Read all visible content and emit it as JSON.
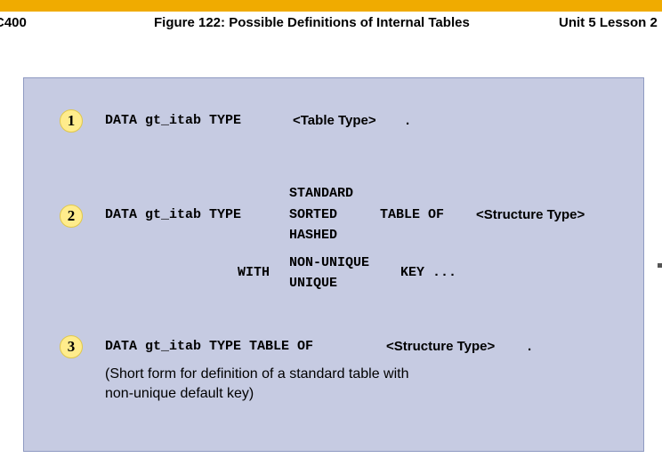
{
  "header": {
    "left": "C400",
    "title": "Figure 122: Possible Definitions of Internal Tables",
    "right": "Unit 5 Lesson 2"
  },
  "colors": {
    "accent_bar": "#f0ab00",
    "panel_bg": "#c6cbe2",
    "badge_fill": "#ffec8c"
  },
  "items": [
    {
      "number": "1",
      "code": "DATA gt_itab TYPE",
      "type_name": "<Table Type>",
      "end": "."
    },
    {
      "number": "2",
      "code": "DATA gt_itab TYPE",
      "kinds": [
        "STANDARD",
        "SORTED",
        "HASHED"
      ],
      "table_of": "TABLE OF",
      "type_name": "<Structure Type>",
      "with": "WITH",
      "key_kinds": [
        "NON-UNIQUE",
        "UNIQUE"
      ],
      "key": "KEY ..."
    },
    {
      "number": "3",
      "code": "DATA gt_itab TYPE TABLE OF",
      "type_name": "<Structure Type>",
      "end": ".",
      "note_line1": "(Short form for definition of a standard table with",
      "note_line2": "non-unique default key)"
    }
  ]
}
